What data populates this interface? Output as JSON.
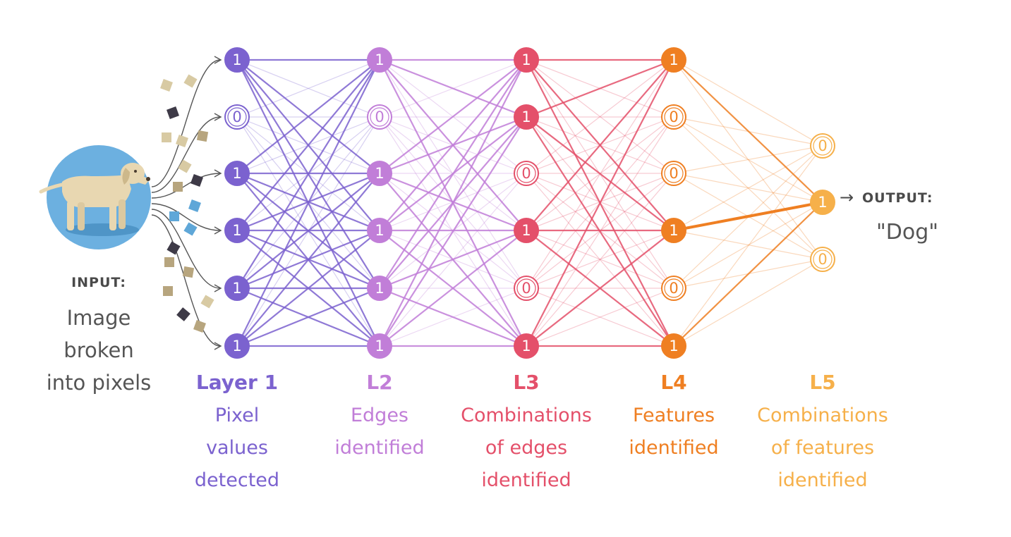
{
  "colors": {
    "layer1": "#7b62cf",
    "layer2": "#c17ed8",
    "layer3": "#e4506a",
    "layer4": "#ef7f22",
    "layer5": "#f6b04a",
    "text_dark": "#4a4a4a",
    "dog_circle": "#6cb0e0"
  },
  "input": {
    "heading": "INPUT:",
    "line1": "Image",
    "line2": "broken",
    "line3": "into pixels",
    "icon": "dog-icon"
  },
  "output": {
    "heading": "OUTPUT:",
    "value": "\"Dog\""
  },
  "layers": [
    {
      "name": "Layer 1",
      "desc": [
        "Pixel",
        "values",
        "detected"
      ],
      "nodes": [
        1,
        0,
        1,
        1,
        1,
        1
      ]
    },
    {
      "name": "L2",
      "desc": [
        "Edges",
        "identified"
      ],
      "nodes": [
        1,
        0,
        1,
        1,
        1,
        1
      ]
    },
    {
      "name": "L3",
      "desc": [
        "Combinations",
        "of edges",
        "identified"
      ],
      "nodes": [
        1,
        1,
        0,
        1,
        0,
        1
      ]
    },
    {
      "name": "L4",
      "desc": [
        "Features",
        "identified"
      ],
      "nodes": [
        1,
        0,
        0,
        1,
        0,
        1
      ]
    },
    {
      "name": "L5",
      "desc": [
        "Combinations",
        "of features",
        "identified"
      ],
      "nodes": [
        0,
        1,
        0
      ]
    }
  ]
}
